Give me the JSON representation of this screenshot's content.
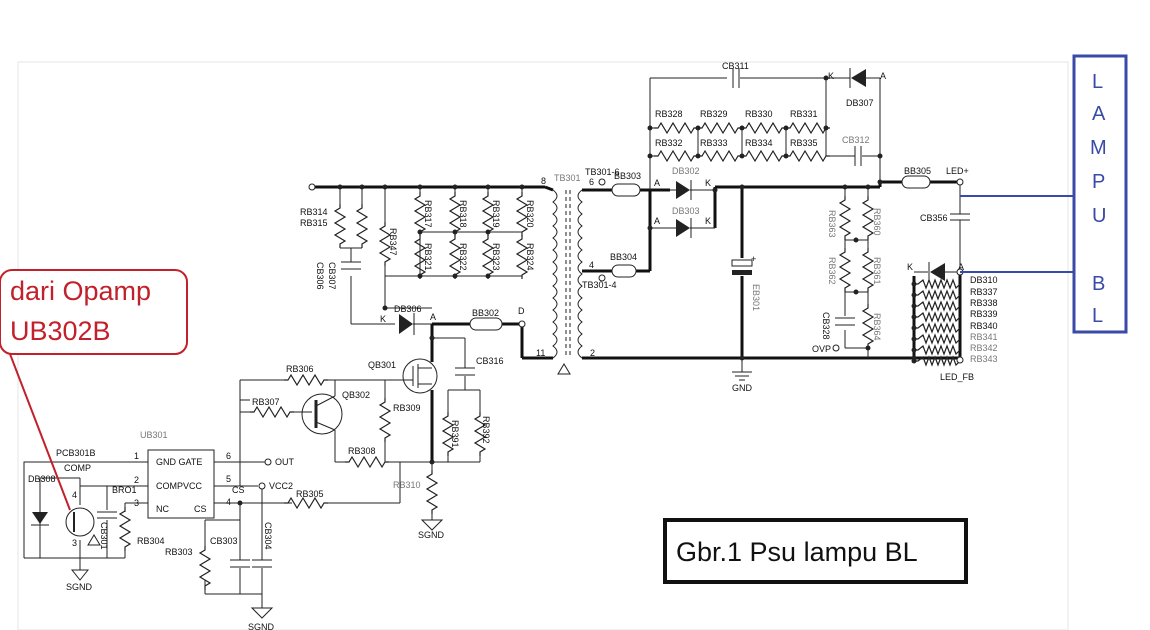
{
  "colors": {
    "wire": "#333333",
    "thick_wire": "#111111",
    "callout": "#c2202a",
    "lampu_box": "#3a4aa8",
    "gray_label": "#777777"
  },
  "callout": {
    "line1": "dari Opamp",
    "line2": "UB302B"
  },
  "caption": "Gbr.1 Psu lampu BL",
  "lampu_letters": [
    "L",
    "A",
    "M",
    "P",
    "U",
    "B",
    "L"
  ],
  "labels": {
    "pcb301b": "PCB301B",
    "comp": "COMP",
    "db308": "DB308",
    "bro1": "BRO1",
    "cb301": "CB301",
    "rb304": "RB304",
    "sgnd": "SGND",
    "ub301": "UB301",
    "gnd_gate": "GND GATE",
    "compvcc": "COMPVCC",
    "nc": "NC",
    "cs": "CS",
    "pin1": "1",
    "pin2": "2",
    "pin3": "3",
    "pin4": "4",
    "pin5": "5",
    "pin6": "6",
    "out": "OUT",
    "vcc2": "VCC2",
    "cs_pin": "CS",
    "rb303": "RB303",
    "cb303": "CB303",
    "cb304": "CB304",
    "rb305": "RB305",
    "rb306": "RB306",
    "rb307": "RB307",
    "rb308": "RB308",
    "rb309": "RB309",
    "rb310": "RB310",
    "qb302": "QB302",
    "qb301": "QB301",
    "cb316": "CB316",
    "rb391": "RB391",
    "rb392": "RB392",
    "rb314": "RB314",
    "rb315": "RB315",
    "cb306": "CB306",
    "cb307": "CB307",
    "rb347": "RB347",
    "rb317": "RB317",
    "rb318": "RB318",
    "rb319": "RB319",
    "rb320": "RB320",
    "rb321": "RB321",
    "rb322": "RB322",
    "rb323": "RB323",
    "rb324": "RB324",
    "db306": "DB306",
    "k": "K",
    "a": "A",
    "bb302": "BB302",
    "d": "D",
    "n11": "11",
    "tb301": "TB301",
    "n8": "8",
    "n2": "2",
    "tb301_6": "TB301-6",
    "bb303": "BB303",
    "bb304": "BB304",
    "tb301_4": "TB301-4",
    "db302": "DB302",
    "db303": "DB303",
    "gnd": "GND",
    "eb301": "EB301",
    "plus": "+",
    "cb311": "CB311",
    "db307": "DB307",
    "cb312": "CB312",
    "rb328": "RB328",
    "rb329": "RB329",
    "rb330": "RB330",
    "rb331": "RB331",
    "rb332": "RB332",
    "rb333": "RB333",
    "rb334": "RB334",
    "rb335": "RB335",
    "bb305": "BB305",
    "led_plus": "LED+",
    "cb356": "CB356",
    "rb363": "RB363",
    "rb360": "RB360",
    "rb362": "RB362",
    "rb361": "RB361",
    "cb328": "CB328",
    "rb364": "RB364",
    "ovp": "OVP",
    "db310": "DB310",
    "rb337": "RB337",
    "rb338": "RB338",
    "rb339": "RB339",
    "rb340": "RB340",
    "rb341": "RB341",
    "rb342": "RB342",
    "rb343": "RB343",
    "led_fb": "LED_FB"
  }
}
